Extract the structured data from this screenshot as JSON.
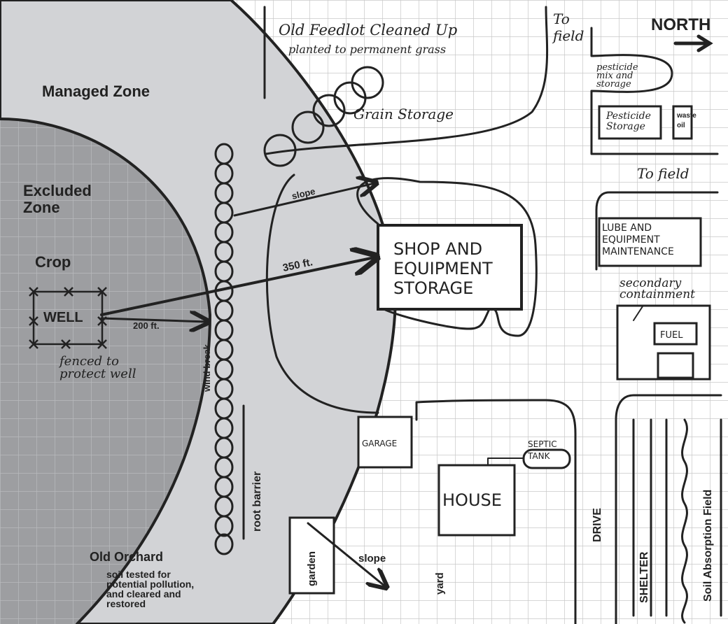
{
  "colors": {
    "grid": "#c8c8c8",
    "managed_zone": "#d2d3d6",
    "excluded_zone": "#9d9ea1",
    "ink": "#222222"
  },
  "labels": {
    "north": "NORTH",
    "to_field_top": "To\nfield",
    "to_field_right": "To field",
    "old_feedlot": "Old Feedlot Cleaned Up",
    "old_feedlot_sub": "planted to permanent grass",
    "grain_storage": "Grain Storage",
    "pesticide_mix": "pesticide\nmix and\nstorage",
    "pesticide_storage": "Pesticide\nStorage",
    "waste_oil": "waste\noil",
    "managed_zone": "Managed Zone",
    "excluded_zone": "Excluded\nZone",
    "crop": "Crop",
    "well": "WELL",
    "dist_200": "200 ft.",
    "dist_350": "350 ft.",
    "slope_top": "slope",
    "fenced": "fenced to\nprotect well",
    "windbreak": "wind break",
    "root_barrier": "root barrier",
    "shop": "SHOP AND\nEQUIPMENT\nSTORAGE",
    "lube": "LUBE AND\nEQUIPMENT\nMAINTENANCE",
    "secondary": "secondary\ncontainment",
    "fuel": "FUEL",
    "garage": "GARAGE",
    "septic": "SEPTIC\nTANK",
    "house": "HOUSE",
    "drive": "DRIVE",
    "shelter": "SHELTER",
    "soil_field": "Soil Absorption Field",
    "garden": "garden",
    "slope_bottom": "slope",
    "yard": "yard",
    "old_orchard": "Old Orchard",
    "orchard_note": "soil tested for\npotential pollution,\nand cleared and\nrestored"
  }
}
